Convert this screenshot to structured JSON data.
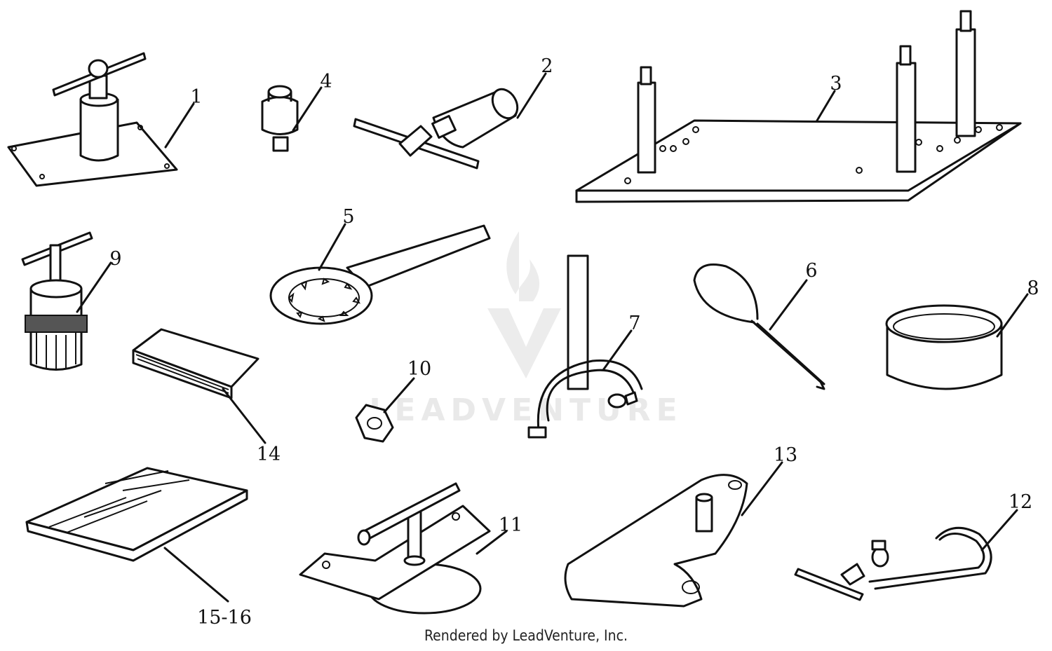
{
  "diagram": {
    "watermark": "LEADVENTURE",
    "callouts": [
      {
        "id": "1",
        "label": "1"
      },
      {
        "id": "2",
        "label": "2"
      },
      {
        "id": "3",
        "label": "3"
      },
      {
        "id": "4",
        "label": "4"
      },
      {
        "id": "5",
        "label": "5"
      },
      {
        "id": "6",
        "label": "6"
      },
      {
        "id": "7",
        "label": "7"
      },
      {
        "id": "8",
        "label": "8"
      },
      {
        "id": "9",
        "label": "9"
      },
      {
        "id": "10",
        "label": "10"
      },
      {
        "id": "11",
        "label": "11"
      },
      {
        "id": "12",
        "label": "12"
      },
      {
        "id": "13",
        "label": "13"
      },
      {
        "id": "14",
        "label": "14"
      },
      {
        "id": "15-16",
        "label": "15-16"
      }
    ]
  },
  "footer": {
    "text": "Rendered by LeadVenture, Inc."
  }
}
